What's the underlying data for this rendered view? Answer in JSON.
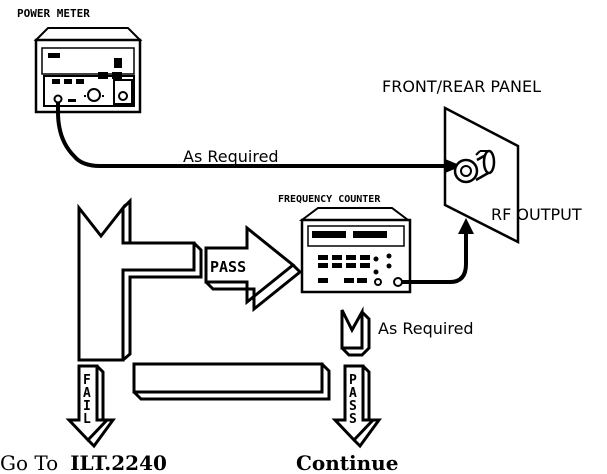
{
  "labels": {
    "power_meter": "POWER METER",
    "frequency_counter": "FREQUENCY COUNTER",
    "front_rear_panel": "FRONT/REAR PANEL",
    "rf_output": "RF  OUTPUT",
    "as_required_top": "As  Required",
    "as_required_bottom": "As  Required",
    "pass_arrow": "PASS",
    "fail_down": [
      "F",
      "A",
      "I",
      "L"
    ],
    "pass_down": [
      "P",
      "A",
      "S",
      "S"
    ]
  },
  "footer": {
    "goto_prefix": "Go To",
    "goto_target": "ILT.2240",
    "continue": "Continue"
  }
}
